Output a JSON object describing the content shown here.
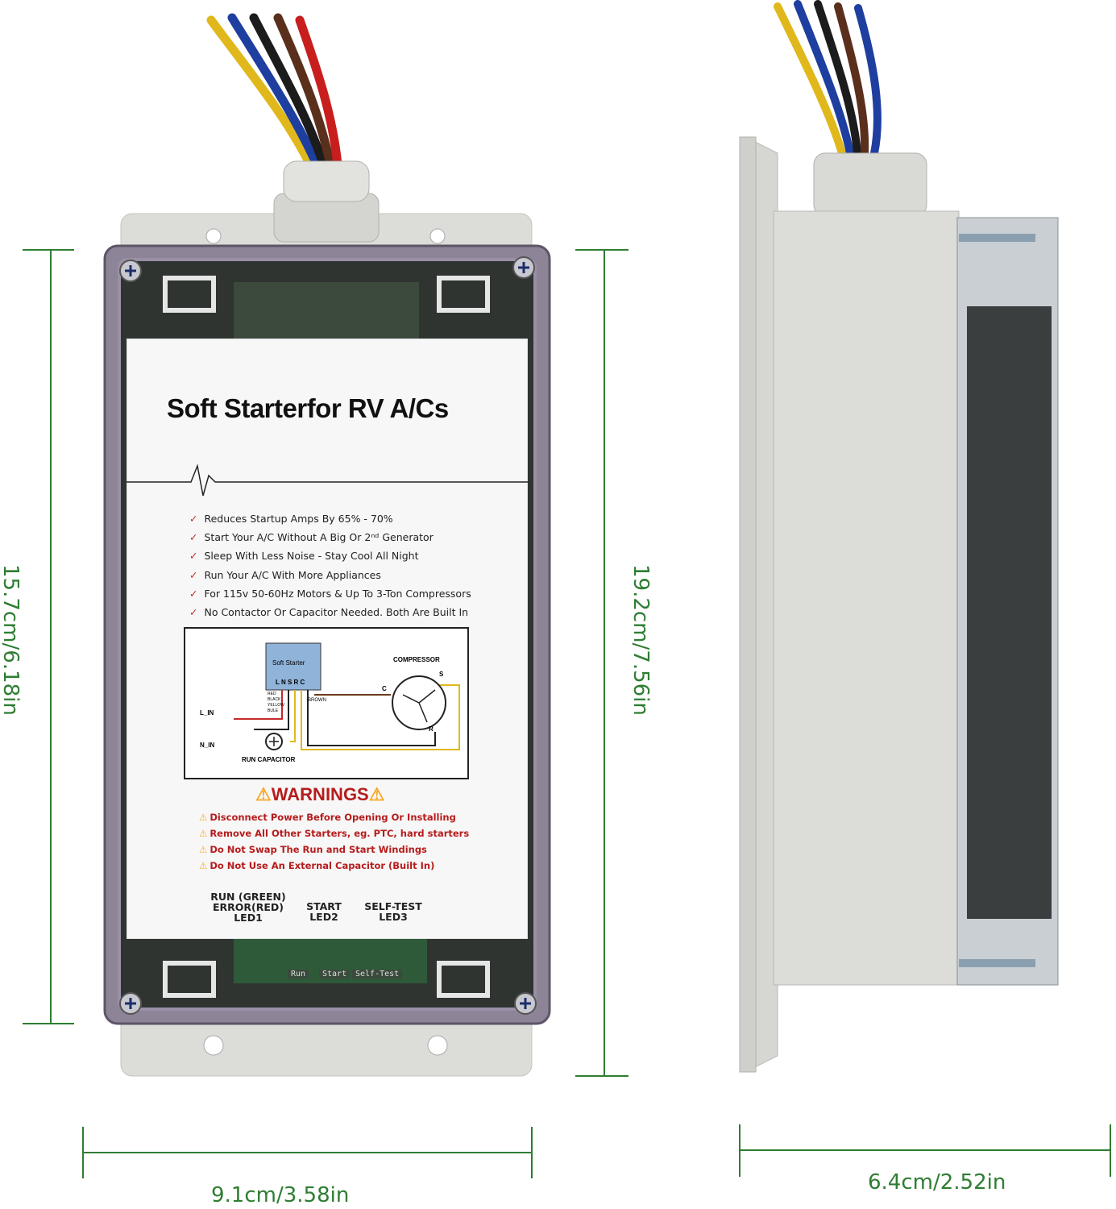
{
  "product": {
    "title": "Soft Starterfor RV A/Cs",
    "features": [
      "Reduces Startup Amps By 65% - 70%",
      "Start Your A/C Without A Big Or 2ⁿᵈ Generator",
      "Sleep With Less Noise - Stay Cool All Night",
      "Run Your A/C With More Appliances",
      "For 115v 50-60Hz Motors & Up To 3-Ton Compressors",
      "No Contactor Or Capacitor Needed. Both Are Built In"
    ],
    "diagram": {
      "box_label": "Soft Starter",
      "terminals": "L N S R C",
      "compressor": "COMPRESSOR",
      "run_capacitor": "RUN CAPACITOR",
      "l_in": "L_IN",
      "n_in": "N_IN",
      "wire_brown": "BROWN",
      "wire_red": "RED",
      "wire_black": "BLACK",
      "wire_yellow": "YELLOW",
      "wire_blue": "BULE",
      "pin_c": "C",
      "pin_s": "S",
      "pin_r": "R"
    },
    "warnings_title": "WARNINGS",
    "warnings": [
      "Disconnect Power Before Opening Or Installing",
      "Remove All Other Starters, eg. PTC, hard starters",
      "Do Not Swap The Run and Start Windings",
      "Do Not Use An External Capacitor (Built In)"
    ],
    "leds": {
      "led1_line1": "RUN (GREEN)",
      "led1_line2": "ERROR(RED)",
      "led1_line3": "LED1",
      "led2_line1": "START",
      "led2_line2": "LED2",
      "led3_line1": "SELF-TEST",
      "led3_line2": "LED3"
    },
    "pcb": {
      "run": "Run",
      "start": "Start",
      "self_test": "Self-Test"
    }
  },
  "dimensions": {
    "front_height": "15.7cm/6.18in",
    "front_width": "9.1cm/3.58in",
    "side_height": "19.2cm/7.56in",
    "side_depth": "6.4cm/2.52in"
  },
  "colors": {
    "dimension_line": "#2e7d32",
    "warning_red": "#b71c1c",
    "enclosure_gray": "#d9d9d6",
    "lid_purple": "#8e8498"
  }
}
